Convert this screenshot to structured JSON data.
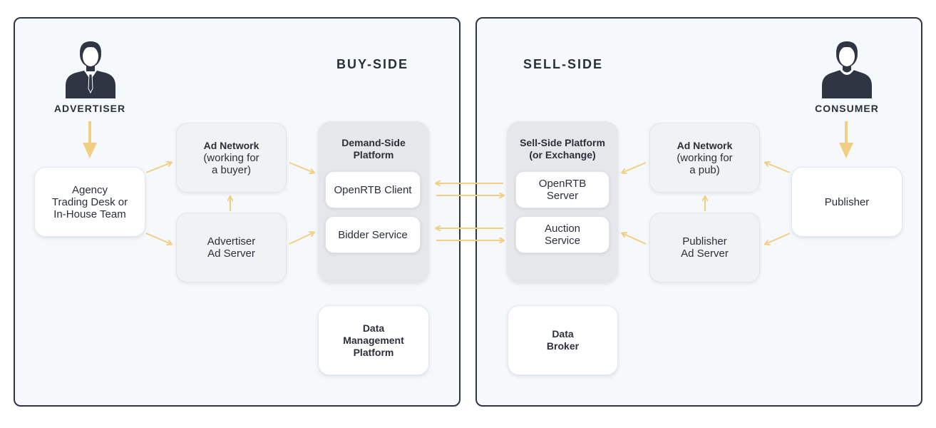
{
  "sections": {
    "buy_side_title": "BUY-SIDE",
    "sell_side_title": "SELL-SIDE"
  },
  "actors": {
    "advertiser": "ADVERTISER",
    "consumer": "CONSUMER"
  },
  "nodes": {
    "agency": "Agency\nTrading Desk or\nIn-House Team",
    "ad_network_buyer_title": "Ad Network",
    "ad_network_buyer_sub": "(working for\na buyer)",
    "advertiser_ad_server": "Advertiser\nAd Server",
    "dsp_title": "Demand-Side\nPlatform",
    "openrtb_client": "OpenRTB Client",
    "bidder_service": "Bidder Service",
    "dmp": "Data\nManagement\nPlatform",
    "ssp_title": "Sell-Side Platform\n(or Exchange)",
    "openrtb_server": "OpenRTB\nServer",
    "auction_service": "Auction\nService",
    "data_broker": "Data\nBroker",
    "ad_network_pub_title": "Ad Network",
    "ad_network_pub_sub": "(working for\na pub)",
    "publisher_ad_server": "Publisher\nAd Server",
    "publisher": "Publisher"
  },
  "colors": {
    "arrow": "#f0cf82",
    "border": "#2f3542",
    "icon": "#2f3542"
  },
  "icons": {
    "advertiser": "person-in-suit-icon",
    "consumer": "person-in-sweater-icon"
  }
}
